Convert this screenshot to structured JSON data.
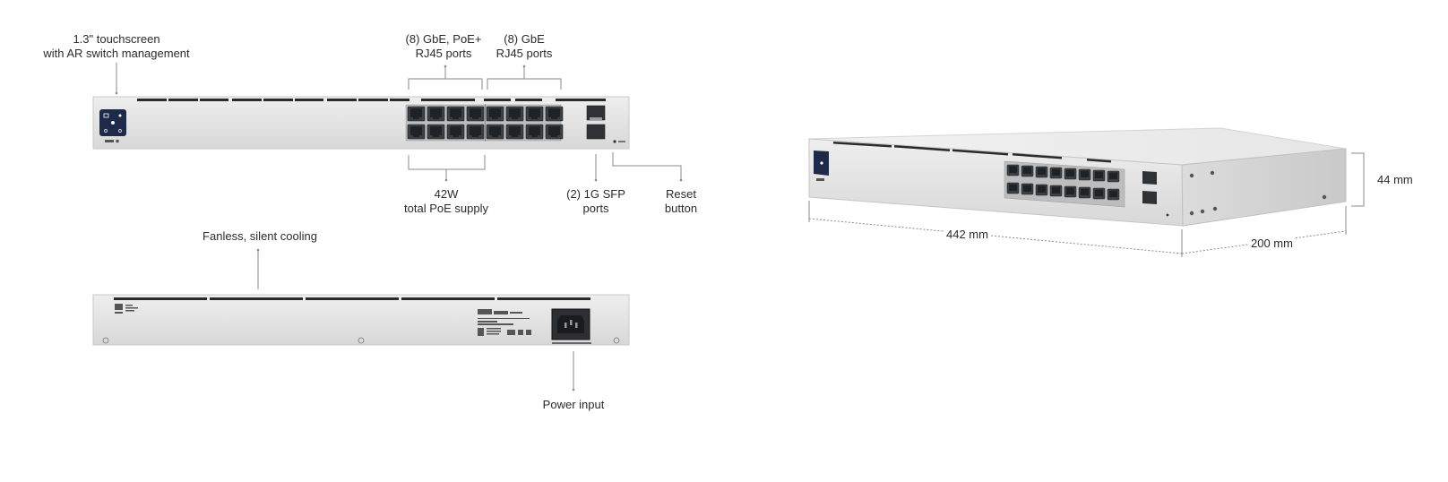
{
  "callouts": {
    "touchscreen": [
      "1.3\" touchscreen",
      "with AR switch management"
    ],
    "poe_ports": [
      "(8) GbE, PoE+",
      "RJ45 ports"
    ],
    "gbe_ports": [
      "(8) GbE",
      "RJ45 ports"
    ],
    "poe_supply": [
      "42W",
      "total PoE supply"
    ],
    "sfp_ports": [
      "(2) 1G SFP",
      "ports"
    ],
    "reset": [
      "Reset",
      "button"
    ],
    "cooling": "Fanless, silent cooling",
    "power": "Power input"
  },
  "dimensions": {
    "width": "442 mm",
    "depth": "200 mm",
    "height": "44 mm"
  },
  "colors": {
    "chassis": "#e3e3e3",
    "chassis_dark": "#cfcfcf",
    "port": "#3a3f44",
    "screen": "#1e2a4a",
    "leader": "#8a8a8a"
  }
}
